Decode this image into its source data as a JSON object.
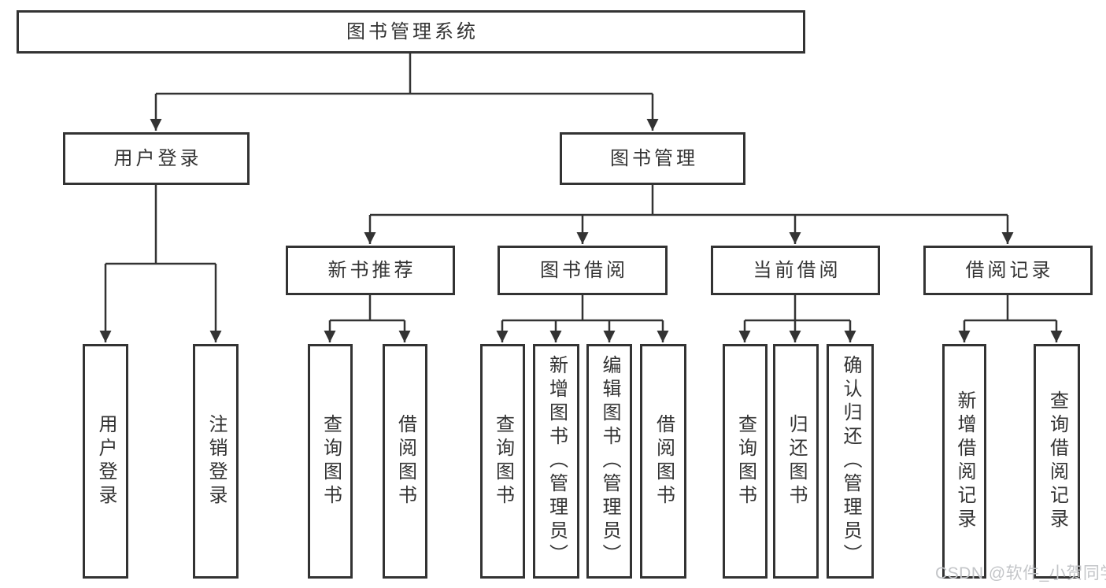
{
  "colors": {
    "line": "#333333",
    "text": "#333333",
    "background": "#ffffff",
    "watermark": "#c3c5c8"
  },
  "diagram": {
    "root": "图书管理系统",
    "branches": {
      "user_login": "用户登录",
      "book_mgmt": "图书管理"
    },
    "sections": {
      "new_books": "新书推荐",
      "book_borrow": "图书借阅",
      "current_borrow": "当前借阅",
      "borrow_records": "借阅记录"
    },
    "leaves": {
      "user": [
        "用户登录",
        "注销登录"
      ],
      "new_books": [
        "查询图书",
        "借阅图书"
      ],
      "book_borrow": [
        "查询图书",
        "新增图书（管理员）",
        "编辑图书（管理员）",
        "借阅图书"
      ],
      "current_borrow": [
        "查询图书",
        "归还图书",
        "确认归还（管理员）"
      ],
      "borrow_records": [
        "新增借阅记录",
        "查询借阅记录"
      ]
    }
  },
  "watermark": "CSDN @软件_小贺同学"
}
